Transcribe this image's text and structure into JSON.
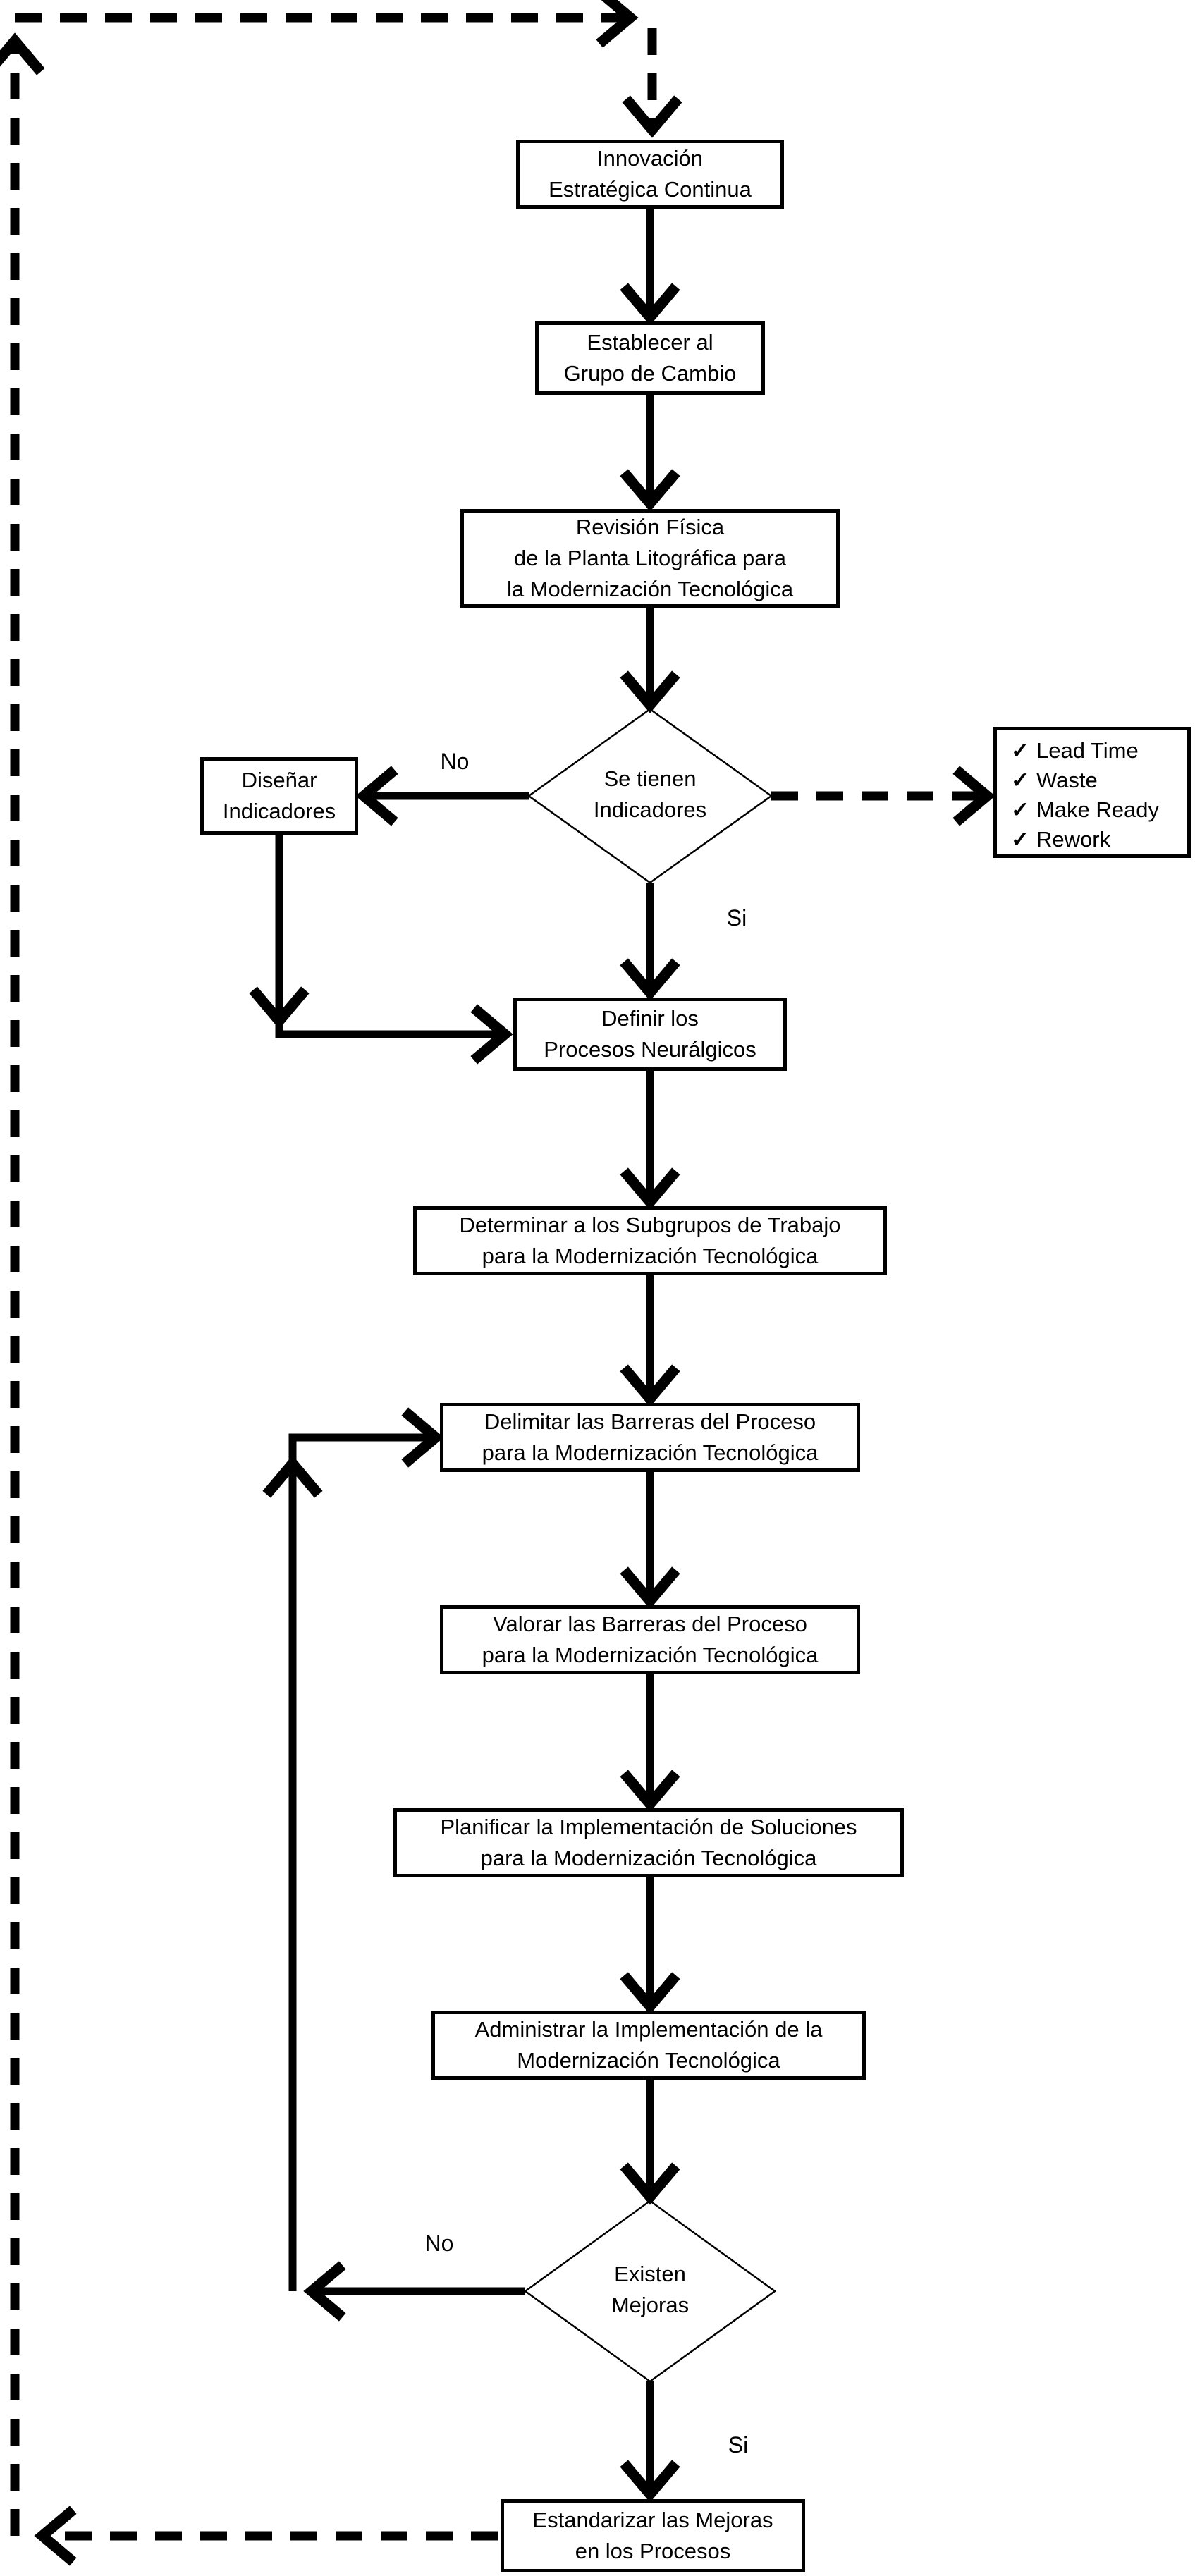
{
  "colors": {
    "ink": "#000000",
    "background": "#ffffff"
  },
  "diagram": {
    "nodes": {
      "innovacion": {
        "label": "Innovación\nEstratégica Continua"
      },
      "establecer": {
        "label": "Establecer al\nGrupo de Cambio"
      },
      "revision": {
        "label": "Revisión Física\nde la Planta Litográfica para\nla Modernización Tecnológica"
      },
      "disenar": {
        "label": "Diseñar\nIndicadores"
      },
      "decision_indicadores": {
        "label": "Se tienen\nIndicadores"
      },
      "checklist": {
        "check_glyph": "✓",
        "items": [
          "Lead Time",
          "Waste",
          "Make Ready",
          "Rework"
        ]
      },
      "definir": {
        "label": "Definir los\nProcesos Neurálgicos"
      },
      "determinar": {
        "label": "Determinar a los Subgrupos de Trabajo\npara la Modernización Tecnológica"
      },
      "delimitar": {
        "label": "Delimitar las Barreras del Proceso\npara la Modernización Tecnológica"
      },
      "valorar": {
        "label": "Valorar las Barreras del Proceso\npara la Modernización Tecnológica"
      },
      "planificar": {
        "label": "Planificar la Implementación de Soluciones\npara la Modernización Tecnológica"
      },
      "administrar": {
        "label": "Administrar la Implementación de la\nModernización Tecnológica"
      },
      "decision_mejoras": {
        "label": "Existen\nMejoras"
      },
      "estandarizar": {
        "label": "Estandarizar las Mejoras\nen los Procesos"
      }
    },
    "edge_labels": {
      "indicadores_no": "No",
      "indicadores_si": "Si",
      "mejoras_no": "No",
      "mejoras_si": "Si"
    }
  }
}
